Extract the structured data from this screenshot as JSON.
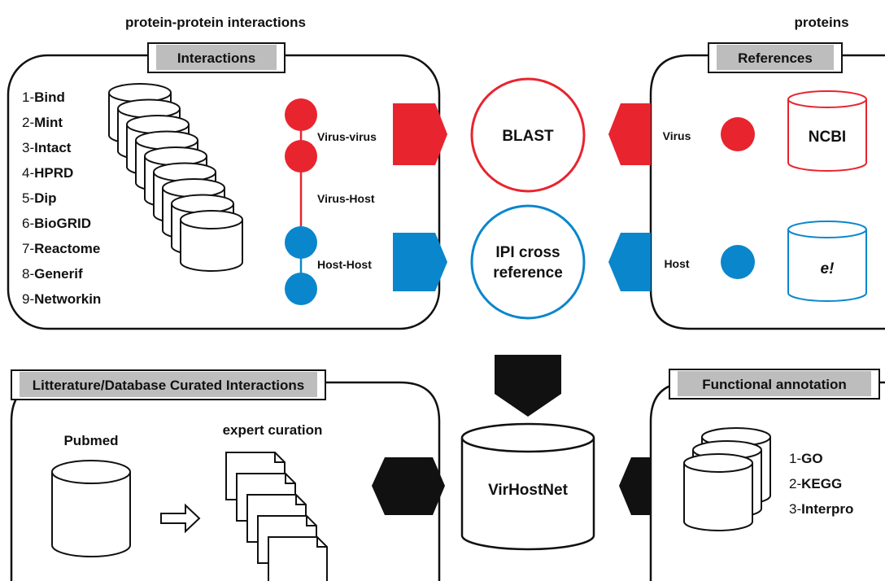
{
  "headers": {
    "left": "protein-protein interactions",
    "right": "proteins"
  },
  "panels": {
    "interactions": {
      "title": "Interactions",
      "databases": [
        {
          "num": "1-",
          "name": "Bind"
        },
        {
          "num": "2-",
          "name": "Mint"
        },
        {
          "num": "3-",
          "name": "Intact"
        },
        {
          "num": "4-",
          "name": "HPRD"
        },
        {
          "num": "5-",
          "name": "Dip"
        },
        {
          "num": "6-",
          "name": "BioGRID"
        },
        {
          "num": "7-",
          "name": "Reactome"
        },
        {
          "num": "8-",
          "name": "Generif"
        },
        {
          "num": "9-",
          "name": "Networkin"
        }
      ],
      "edges": {
        "virus_virus": "Virus-virus",
        "virus_host": "Virus-Host",
        "host_host": "Host-Host"
      }
    },
    "references": {
      "title": "References",
      "virus_label": "Virus",
      "host_label": "Host",
      "ncbi_label": "NCBI",
      "ensembl_label": "e!"
    },
    "curated": {
      "title": "Litterature/Database Curated Interactions",
      "pubmed_label": "Pubmed",
      "curation_label": "expert curation"
    },
    "functional": {
      "title": "Functional annotation",
      "annotations": [
        {
          "num": "1-",
          "name": "GO"
        },
        {
          "num": "2-",
          "name": "KEGG"
        },
        {
          "num": "3-",
          "name": "Interpro"
        }
      ]
    }
  },
  "center": {
    "blast_label": "BLAST",
    "ipi_line1": "IPI cross",
    "ipi_line2": "reference",
    "virhostnet_label": "VirHostNet"
  },
  "colors": {
    "virus": "#e8242e",
    "host": "#0a86cc",
    "black": "#111111",
    "title_box": "#bdbdbd"
  }
}
